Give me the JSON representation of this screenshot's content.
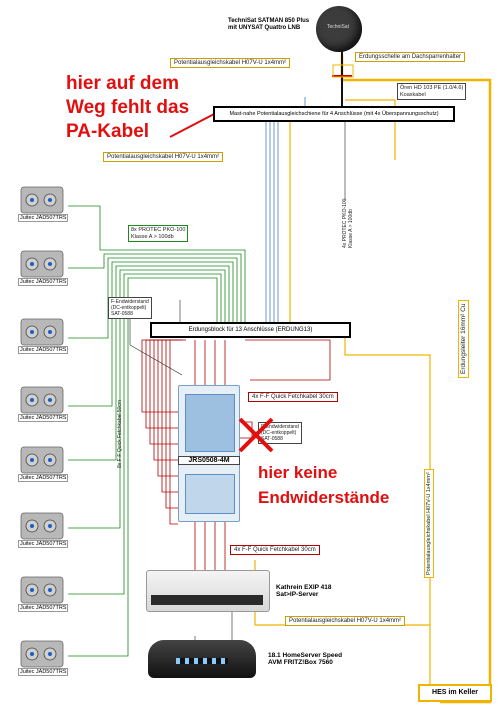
{
  "dish": {
    "line1": "TechniSat SATMAN 850 Plus",
    "line2": "mit UNYSAT Quattro LNB",
    "brand": "TechniSat"
  },
  "labels": {
    "erdungsschelle": "Erdungsschelle am Dachsparrenhalter",
    "pa_kabel_top": "Potentialausgleichskabel H07V-U 1x4mm²",
    "oeren_line1": "Ören HD 103 PE (1.0/4.6)",
    "oeren_line2": "Koaxkabel",
    "mastnahe": "Mast-nahe Potentialausgleichschiene für 4 Anschlüsse (mit 4x Überspannungsschutz)",
    "pa_kabel_2": "Potentialausgleichskabel H07V-U 1x4mm²",
    "protec_left_line1": "8x PROTEC PKO-100",
    "protec_left_line2": "Klasse A > 100db",
    "protec_right_line1": "4x PROTEC PKO-100",
    "protec_right_line2": "Klasse A > 100db",
    "endwiderstand_left_line1": "F-Endwiderstand",
    "endwiderstand_left_line2": "(DC-entkoppelt)",
    "endwiderstand_left_line3": "SAT-0588",
    "erdungsblock": "Erdungsblock für 13 Anschlüsse (ERDUNG13)",
    "fetch_top": "4x F-F Quick Fetchkabel 30cm",
    "fetch_left_vertical": "8x F-F Quick Fetchkabel 50cm",
    "endwiderstand_right_line1": "F-Endwiderstand",
    "endwiderstand_right_line2": "(DC-entkoppelt)",
    "endwiderstand_right_line3": "SAT-0588",
    "switch_model": "JRS0508-4M",
    "fetch_bottom": "4x F-F Quick Fetchkabel 30cm",
    "kathrein_line1": "Kathrein EXIP 418",
    "kathrein_line2": "Sat>IP-Server",
    "pa_kabel_bottom": "Potentialausgleichskabel H07V-U 1x4mm²",
    "homeserver_line1": "18.1 HomeServer Speed",
    "homeserver_line2": "AVM FRITZ!Box 7560",
    "erdungsleiter": "Erdungsleiter 16mm² Cu",
    "pa_kabel_right_vertical": "Potentialausgleichskabel H07V-U 1x4mm²",
    "hes": "HES im Keller"
  },
  "annotations": {
    "missing_pa_line1": "hier auf dem",
    "missing_pa_line2": "Weg fehlt das",
    "missing_pa_line3": "PA-Kabel",
    "no_term_line1": "hier keine",
    "no_term_line2": "Endwiderstände"
  },
  "outlets": [
    {
      "label": "Juitec JAD507TRS"
    },
    {
      "label": "Juitec JAD507TRS"
    },
    {
      "label": "Juitec JAD507TRS"
    },
    {
      "label": "Juitec JAD507TRS"
    },
    {
      "label": "Juitec JAD507TRS"
    },
    {
      "label": "Juitec JAD507TRS"
    },
    {
      "label": "Juitec JAD507TRS"
    },
    {
      "label": "Juitec JAD507TRS"
    }
  ],
  "colors": {
    "annotation_red": "#e01010",
    "pa_yellow": "#f0b400",
    "coax_red": "#b00000",
    "green_cable": "#1a8a1a",
    "switch_blue": "#6a9ed0"
  }
}
